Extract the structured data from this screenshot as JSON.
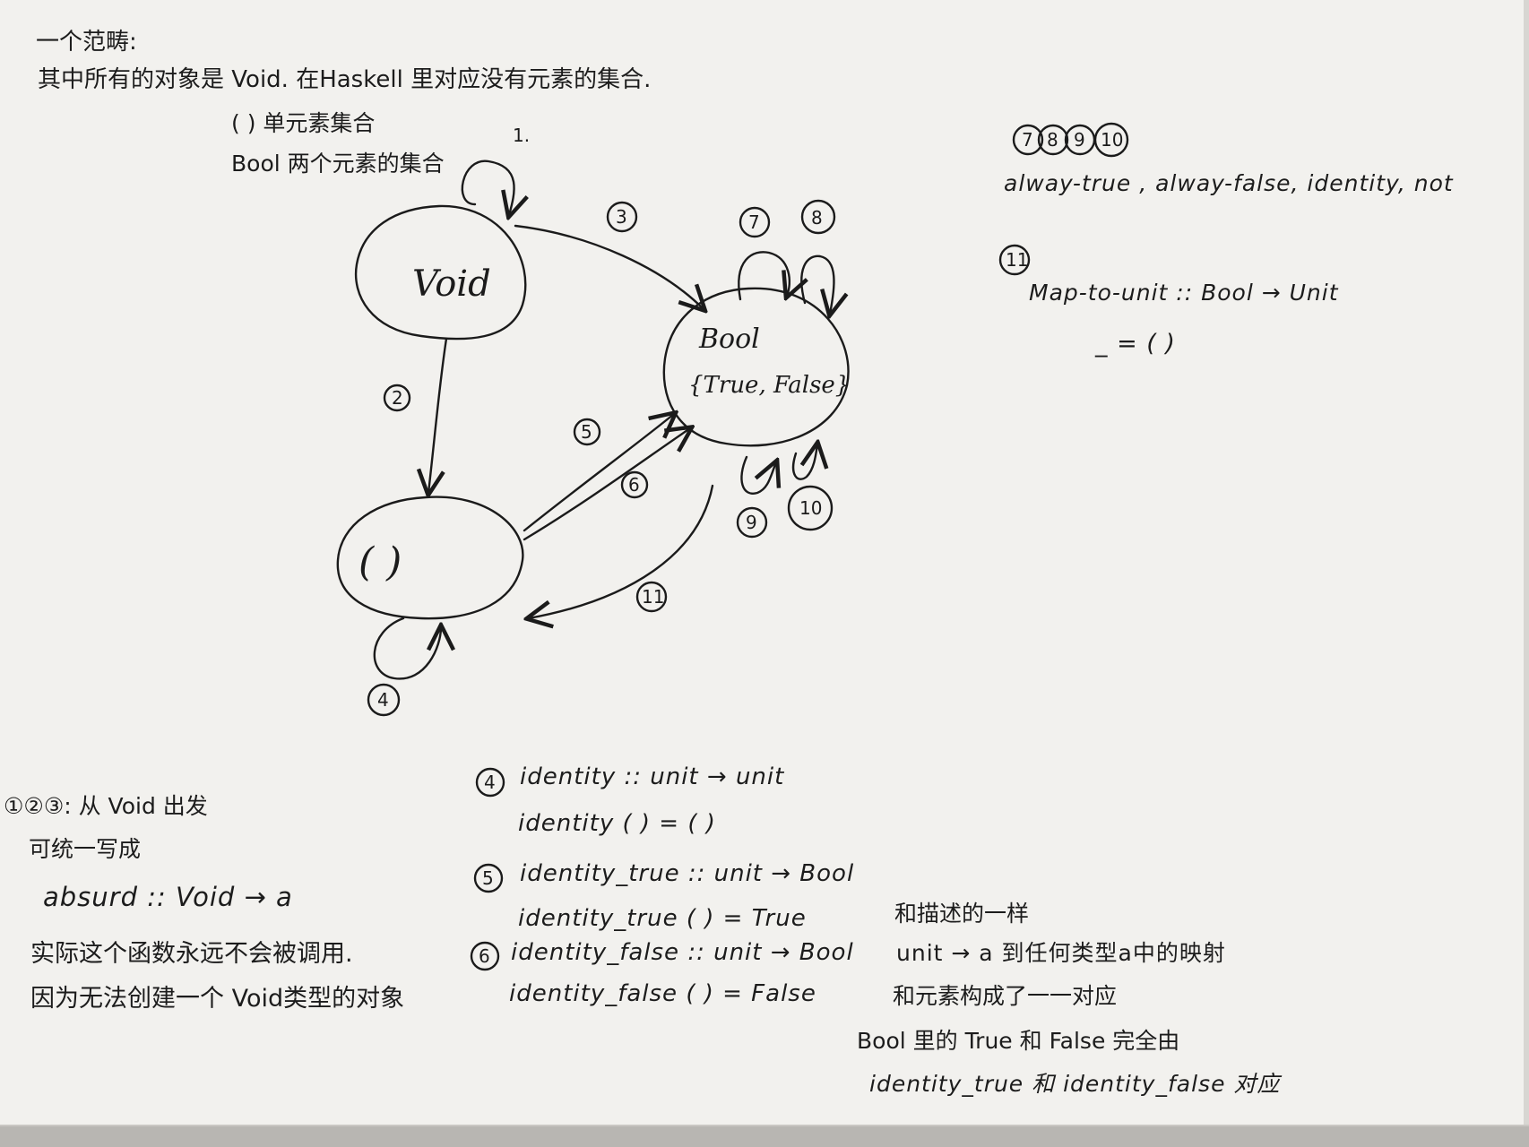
{
  "header": {
    "title": "一个范畴:",
    "line1": "其中所有的对象是 Void. 在Haskell 里对应没有元素的集合.",
    "line2": "( ) 单元素集合",
    "line3": "Bool 两个元素的集合"
  },
  "diagram": {
    "nodes": {
      "void": "Void",
      "bool_title": "Bool",
      "bool_values": "{True, False}",
      "unit": "(   )"
    },
    "arrow_numbers": {
      "n1": "1.",
      "n2": "2",
      "n3": "3",
      "n4": "4",
      "n5": "5",
      "n6": "6",
      "n7": "7",
      "n8": "8",
      "n9": "9",
      "n10": "10",
      "n11": "11"
    }
  },
  "right_notes": {
    "badges": [
      "7",
      "8",
      "9",
      "10"
    ],
    "functions": "alway-true , alway-false, identity, not",
    "badge11": "11",
    "map_sig": "Map-to-unit :: Bool → Unit",
    "map_def": "_ = ( )"
  },
  "left_notes": {
    "head": "①②③: 从 Void 出发",
    "l1": "可统一写成",
    "l2": "absurd :: Void → a",
    "l3": "实际这个函数永远不会被调用.",
    "l4": "因为无法创建一个 Void类型的对象"
  },
  "middle_notes": {
    "n4_num": "4",
    "n4_sig": "identity :: unit → unit",
    "n4_def": "identity ( ) = ( )",
    "n5_num": "5",
    "n5_sig": "identity_true :: unit → Bool",
    "n5_def": "identity_true ( ) = True",
    "n6_num": "6",
    "n6_sig": "identity_false :: unit → Bool",
    "n6_def": "identity_false ( ) = False"
  },
  "side_notes": {
    "l1": "和描述的一样",
    "l2": "unit → a 到任何类型a中的映射",
    "l3": "和元素构成了一一对应",
    "l4": "Bool 里的 True 和 False 完全由",
    "l5": "identity_true 和 identity_false 对应"
  }
}
